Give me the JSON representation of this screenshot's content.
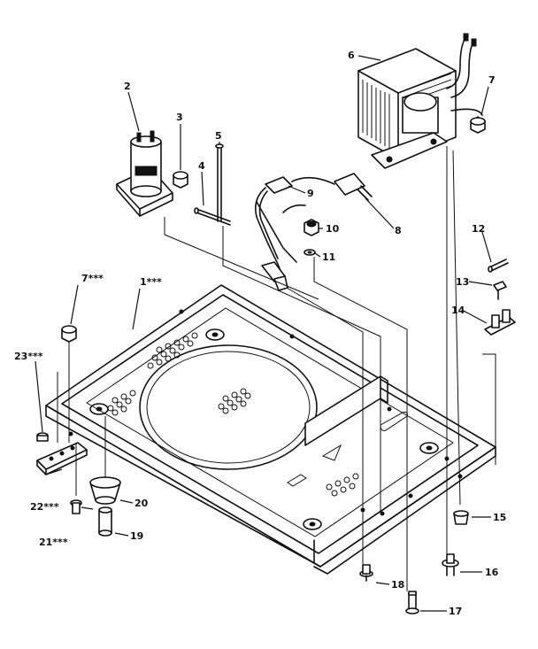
{
  "callouts": [
    {
      "id": "c1",
      "label": "1***"
    },
    {
      "id": "c2",
      "label": "2"
    },
    {
      "id": "c3",
      "label": "3"
    },
    {
      "id": "c4",
      "label": "4"
    },
    {
      "id": "c5",
      "label": "5"
    },
    {
      "id": "c6",
      "label": "6"
    },
    {
      "id": "c7a",
      "label": "7"
    },
    {
      "id": "c7b",
      "label": "7***"
    },
    {
      "id": "c8",
      "label": "8"
    },
    {
      "id": "c9",
      "label": "9"
    },
    {
      "id": "c10",
      "label": "10"
    },
    {
      "id": "c11",
      "label": "11"
    },
    {
      "id": "c12",
      "label": "12"
    },
    {
      "id": "c13",
      "label": "13"
    },
    {
      "id": "c14",
      "label": "14"
    },
    {
      "id": "c15",
      "label": "15"
    },
    {
      "id": "c16",
      "label": "16"
    },
    {
      "id": "c17",
      "label": "17"
    },
    {
      "id": "c18",
      "label": "18"
    },
    {
      "id": "c19",
      "label": "19"
    },
    {
      "id": "c20",
      "label": "20"
    },
    {
      "id": "c21",
      "label": "21***"
    },
    {
      "id": "c22",
      "label": "22***"
    },
    {
      "id": "c23",
      "label": "23***"
    }
  ]
}
